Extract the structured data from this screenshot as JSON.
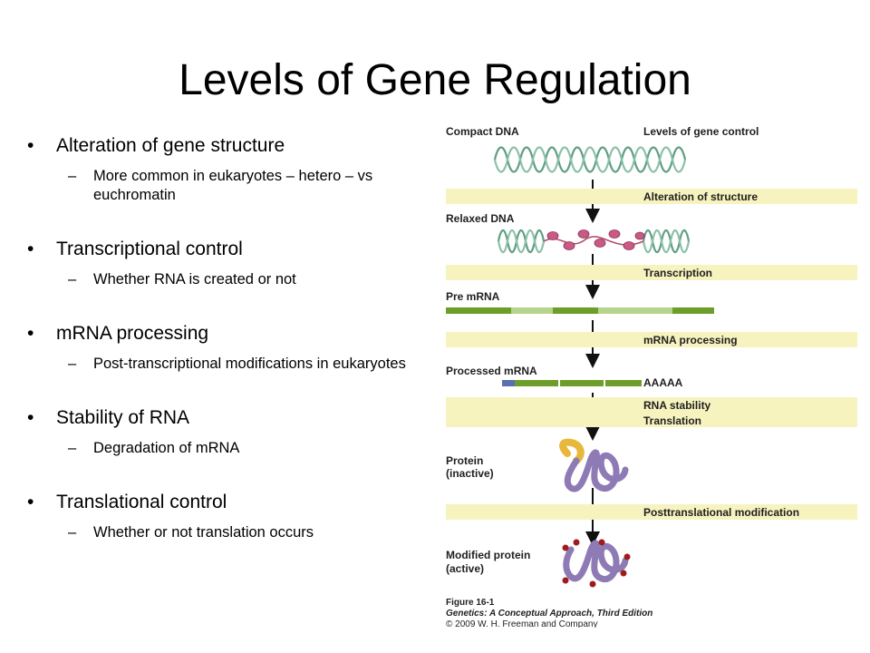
{
  "slide": {
    "title": "Levels of Gene Regulation",
    "bullets": [
      {
        "text": "Alteration of gene structure",
        "sub": [
          "More common in eukaryotes – hetero – vs euchromatin"
        ]
      },
      {
        "text": "Transcriptional control",
        "sub": [
          "Whether RNA is created or not"
        ]
      },
      {
        "text": "mRNA processing",
        "sub": [
          "Post-transcriptional modifications in eukaryotes"
        ]
      },
      {
        "text": "Stability of RNA",
        "sub": [
          "Degradation of mRNA"
        ]
      },
      {
        "text": "Translational control",
        "sub": [
          "Whether or not translation occurs"
        ]
      }
    ]
  },
  "figure": {
    "labels": {
      "compact_dna": "Compact DNA",
      "levels_header": "Levels of gene control",
      "relaxed_dna": "Relaxed DNA",
      "pre_mrna": "Pre mRNA",
      "processed_mrna": "Processed mRNA",
      "poly_a": "AAAAA",
      "protein_inactive_1": "Protein",
      "protein_inactive_2": "(inactive)",
      "modified_protein_1": "Modified protein",
      "modified_protein_2": "(active)"
    },
    "bands": {
      "alteration": "Alteration of structure",
      "transcription": "Transcription",
      "mrna_processing": "mRNA processing",
      "rna_stability": "RNA stability",
      "translation": "Translation",
      "posttranslational": "Posttranslational modification"
    },
    "caption": {
      "line1": "Figure 16-1",
      "line2": "Genetics: A Conceptual Approach, Third Edition",
      "line3": "© 2009 W. H. Freeman and Company"
    },
    "colors": {
      "band": "#f7f3bf",
      "dna": "#5f9e82",
      "exon": "#6e9e2a",
      "intron": "#b5d48c",
      "cap": "#5a6fb0",
      "protein": "#8e7bb5",
      "inactive_segment": "#e8b83a",
      "modification": "#a01c1c"
    }
  }
}
